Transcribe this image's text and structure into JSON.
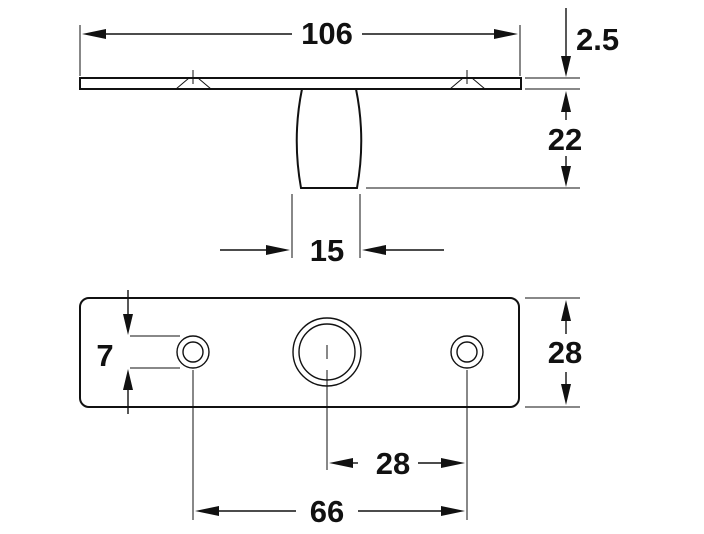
{
  "dimensions": {
    "overall_length": "106",
    "plate_thickness": "2.5",
    "pivot_height": "22",
    "pivot_diameter": "15",
    "hole_diameter": "7",
    "plate_width": "28",
    "center_to_hole": "28",
    "hole_spacing": "66"
  },
  "colors": {
    "line": "#111111",
    "background": "#ffffff"
  }
}
